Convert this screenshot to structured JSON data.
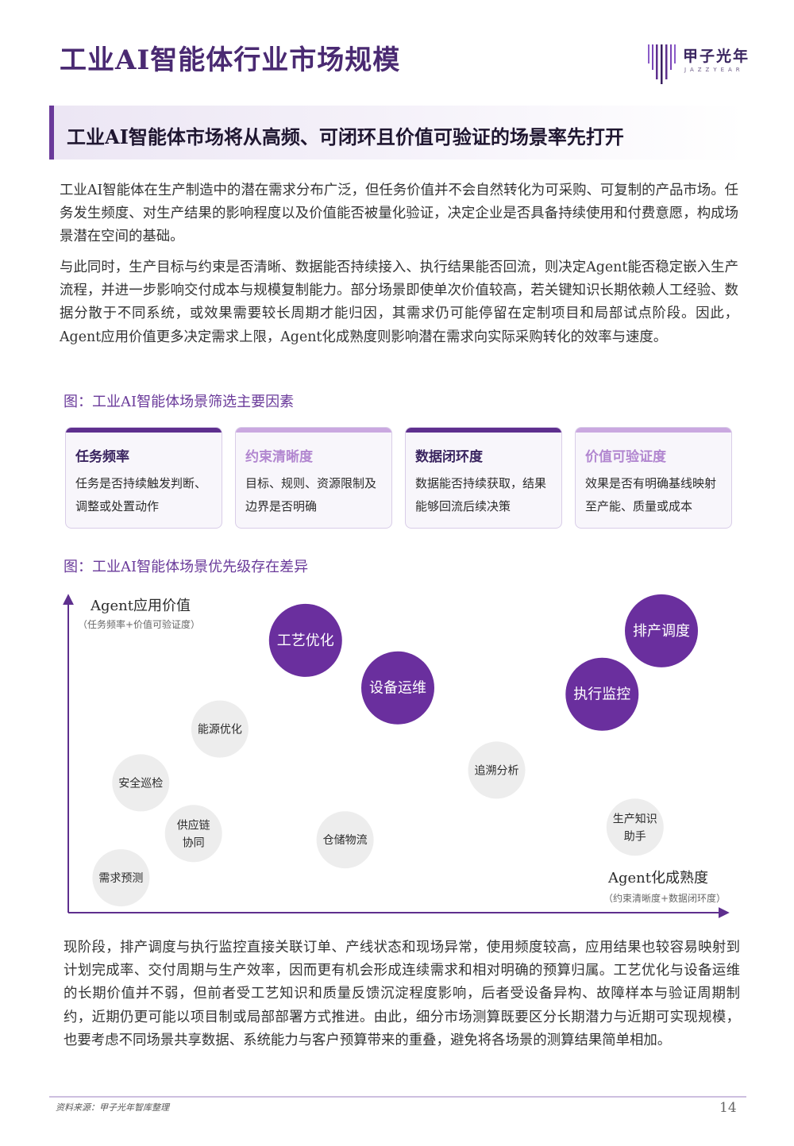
{
  "header": {
    "title": "工业AI智能体行业市场规模",
    "logo_text": "甲子光年",
    "logo_sub": "JAZZYEAR"
  },
  "banner": {
    "text": "工业AI智能体市场将从高频、可闭环且价值可验证的场景率先打开"
  },
  "paragraphs": [
    "工业AI智能体在生产制造中的潜在需求分布广泛，但任务价值并不会自然转化为可采购、可复制的产品市场。任务发生频度、对生产结果的影响程度以及价值能否被量化验证，决定企业是否具备持续使用和付费意愿，构成场景潜在空间的基础。",
    "与此同时，生产目标与约束是否清晰、数据能否持续接入、执行结果能否回流，则决定Agent能否稳定嵌入生产流程，并进一步影响交付成本与规模复制能力。部分场景即使单次价值较高，若关键知识长期依赖人工经验、数据分散于不同系统，或效果需要较长周期才能归因，其需求仍可能停留在定制项目和局部试点阶段。因此，Agent应用价值更多决定需求上限，Agent化成熟度则影响潜在需求向实际采购转化的效率与速度。",
    "现阶段，排产调度与执行监控直接关联订单、产线状态和现场异常，使用频度较高，应用结果也较容易映射到计划完成率、交付周期与生产效率，因而更有机会形成连续需求和相对明确的预算归属。工艺优化与设备运维的长期价值并不弱，但前者受工艺知识和质量反馈沉淀程度影响，后者受设备异构、故障样本与验证周期制约，近期仍更可能以项目制或局部部署方式推进。由此，细分市场测算既要区分长期潜力与近期可实现规模，也要考虑不同场景共享数据、系统能力与客户预算带来的重叠，避免将各场景的测算结果简单相加。"
  ],
  "figure1": {
    "caption": "图：工业AI智能体场景筛选主要因素",
    "cards": [
      {
        "title": "任务频率",
        "desc": "任务是否持续触发判断、调整或处置动作",
        "style": "dark"
      },
      {
        "title": "约束清晰度",
        "desc": "目标、规则、资源限制及边界是否明确",
        "style": "light"
      },
      {
        "title": "数据闭环度",
        "desc": "数据能否持续获取，结果能够回流后续决策",
        "style": "dark"
      },
      {
        "title": "价值可验证度",
        "desc": "效果是否有明确基线映射至产能、质量或成本",
        "style": "light"
      }
    ]
  },
  "figure2": {
    "caption": "图：工业AI智能体场景优先级存在差异",
    "chart_data": {
      "type": "scatter",
      "ylabel": "Agent应用价值",
      "ylabel_sub": "（任务频率+价值可验证度）",
      "xlabel": "Agent化成熟度",
      "xlabel_sub": "（约束清晰度+数据闭环度）",
      "colors": {
        "highlight": "#6a2f9e",
        "normal": "#ededed",
        "axis": "#5e2f8e"
      },
      "points": [
        {
          "label": "工艺优化",
          "x": 0.36,
          "y": 0.86,
          "size": "large",
          "highlight": true
        },
        {
          "label": "设备运维",
          "x": 0.5,
          "y": 0.71,
          "size": "large",
          "highlight": true
        },
        {
          "label": "排产调度",
          "x": 0.9,
          "y": 0.89,
          "size": "large",
          "highlight": true
        },
        {
          "label": "执行监控",
          "x": 0.81,
          "y": 0.69,
          "size": "large",
          "highlight": true
        },
        {
          "label": "能源优化",
          "x": 0.23,
          "y": 0.58,
          "size": "small",
          "highlight": false
        },
        {
          "label": "安全巡检",
          "x": 0.11,
          "y": 0.41,
          "size": "small",
          "highlight": false
        },
        {
          "label": "追溯分析",
          "x": 0.65,
          "y": 0.45,
          "size": "small",
          "highlight": false
        },
        {
          "label": "供应链协同",
          "x": 0.19,
          "y": 0.25,
          "size": "small",
          "highlight": false
        },
        {
          "label": "仓储物流",
          "x": 0.42,
          "y": 0.23,
          "size": "small",
          "highlight": false
        },
        {
          "label": "生产知识助手",
          "x": 0.86,
          "y": 0.27,
          "size": "small",
          "highlight": false
        },
        {
          "label": "需求预测",
          "x": 0.08,
          "y": 0.11,
          "size": "small",
          "highlight": false
        }
      ]
    }
  },
  "footer": {
    "source": "资料来源：甲子光年智库整理",
    "page_number": "14"
  }
}
